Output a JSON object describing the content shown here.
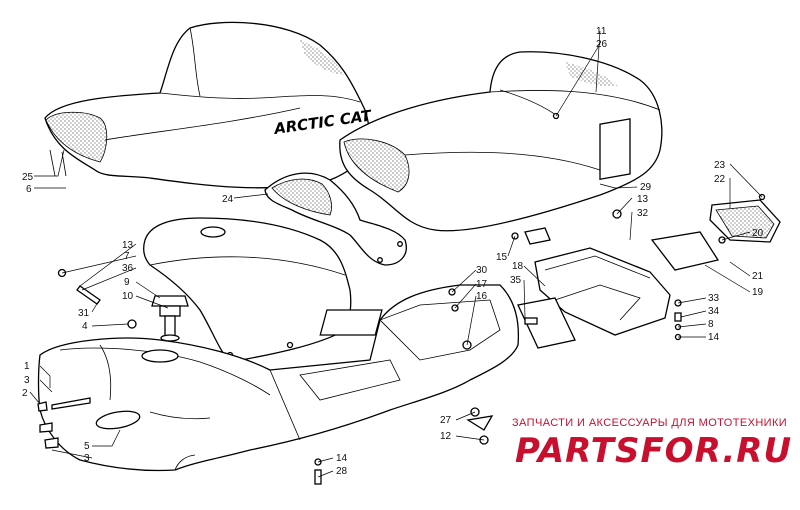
{
  "diagram": {
    "seat_brand": "ARCTIC CAT",
    "callouts": [
      {
        "id": "c1",
        "text": "1"
      },
      {
        "id": "c2",
        "text": "2"
      },
      {
        "id": "c3a",
        "text": "3"
      },
      {
        "id": "c3b",
        "text": "3"
      },
      {
        "id": "c4",
        "text": "4"
      },
      {
        "id": "c5",
        "text": "5"
      },
      {
        "id": "c6",
        "text": "6"
      },
      {
        "id": "c7",
        "text": "7"
      },
      {
        "id": "c8",
        "text": "8"
      },
      {
        "id": "c9",
        "text": "9"
      },
      {
        "id": "c10",
        "text": "10"
      },
      {
        "id": "c11",
        "text": "11"
      },
      {
        "id": "c12",
        "text": "12"
      },
      {
        "id": "c13a",
        "text": "13"
      },
      {
        "id": "c13b",
        "text": "13"
      },
      {
        "id": "c14a",
        "text": "14"
      },
      {
        "id": "c14b",
        "text": "14"
      },
      {
        "id": "c15",
        "text": "15"
      },
      {
        "id": "c16",
        "text": "16"
      },
      {
        "id": "c17",
        "text": "17"
      },
      {
        "id": "c18",
        "text": "18"
      },
      {
        "id": "c19",
        "text": "19"
      },
      {
        "id": "c20",
        "text": "20"
      },
      {
        "id": "c21",
        "text": "21"
      },
      {
        "id": "c22",
        "text": "22"
      },
      {
        "id": "c23",
        "text": "23"
      },
      {
        "id": "c24",
        "text": "24"
      },
      {
        "id": "c25",
        "text": "25"
      },
      {
        "id": "c26",
        "text": "26"
      },
      {
        "id": "c27",
        "text": "27"
      },
      {
        "id": "c28",
        "text": "28"
      },
      {
        "id": "c29",
        "text": "29"
      },
      {
        "id": "c30",
        "text": "30"
      },
      {
        "id": "c31",
        "text": "31"
      },
      {
        "id": "c32",
        "text": "32"
      },
      {
        "id": "c33",
        "text": "33"
      },
      {
        "id": "c34",
        "text": "34"
      },
      {
        "id": "c35",
        "text": "35"
      },
      {
        "id": "c36",
        "text": "36"
      }
    ]
  },
  "watermark": {
    "tagline": "ЗАПЧАСТИ И АКСЕССУАРЫ ДЛЯ МОТОТЕХНИКИ",
    "logo": "PARTSFOR.RU"
  }
}
